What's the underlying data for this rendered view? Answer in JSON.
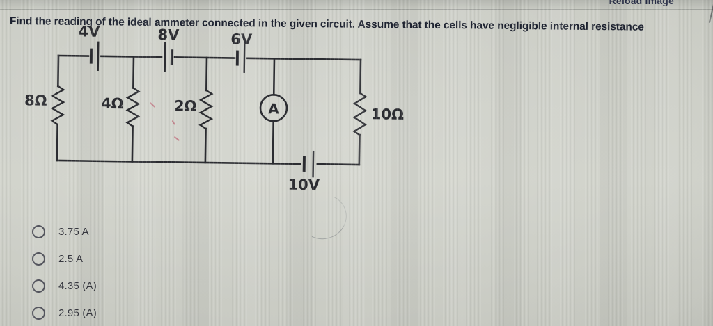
{
  "colors": {
    "background": "#cbcdc5",
    "ink": "#2b2c31",
    "question_text": "#1d2230",
    "option_text": "#36373f",
    "link_text": "#262c45",
    "pen_mark": "#bd6070"
  },
  "header": {
    "reload_label": "Reload image"
  },
  "question": {
    "text": "Find the reading of the ideal ammeter connected in the given circuit. Assume that the cells have negligible internal resistance"
  },
  "circuit": {
    "cells": [
      {
        "label": "4V"
      },
      {
        "label": "8V"
      },
      {
        "label": "6V"
      },
      {
        "label": "10V"
      }
    ],
    "resistors": [
      {
        "label": "8Ω"
      },
      {
        "label": "4Ω"
      },
      {
        "label": "2Ω"
      },
      {
        "label": "10Ω"
      }
    ],
    "ammeter": {
      "label": "A"
    }
  },
  "options": [
    {
      "label": "3.75 A"
    },
    {
      "label": "2.5 A"
    },
    {
      "label": "4.35 (A)"
    },
    {
      "label": "2.95 (A)"
    }
  ]
}
